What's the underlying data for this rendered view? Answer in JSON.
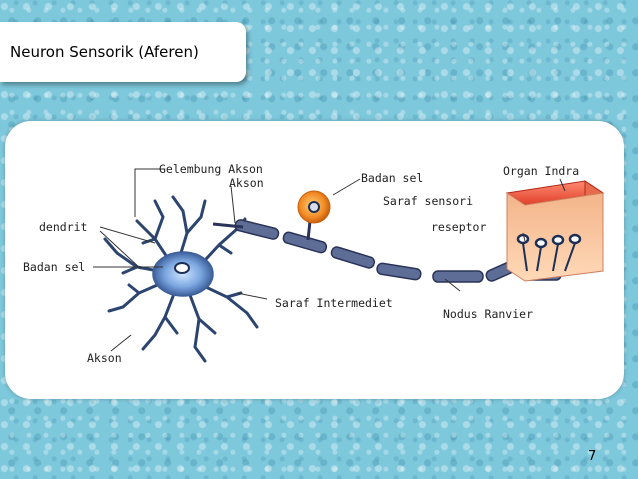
{
  "slide": {
    "title": "Neuron Sensorik (Aferen)",
    "page_number": "7"
  },
  "diagram": {
    "labels": {
      "gelembung_akson": "Gelembung Akson",
      "akson_top": "Akson",
      "badan_sel_top": "Badan sel",
      "saraf_sensori": "Saraf sensori",
      "organ_indra": "Organ Indra",
      "reseptor": "reseptor",
      "dendrit": "dendrit",
      "badan_sel_left": "Badan sel",
      "saraf_intermediet": "Saraf Intermediet",
      "nodus_ranvier": "Nodus Ranvier",
      "akson_bottom": "Akson"
    }
  }
}
